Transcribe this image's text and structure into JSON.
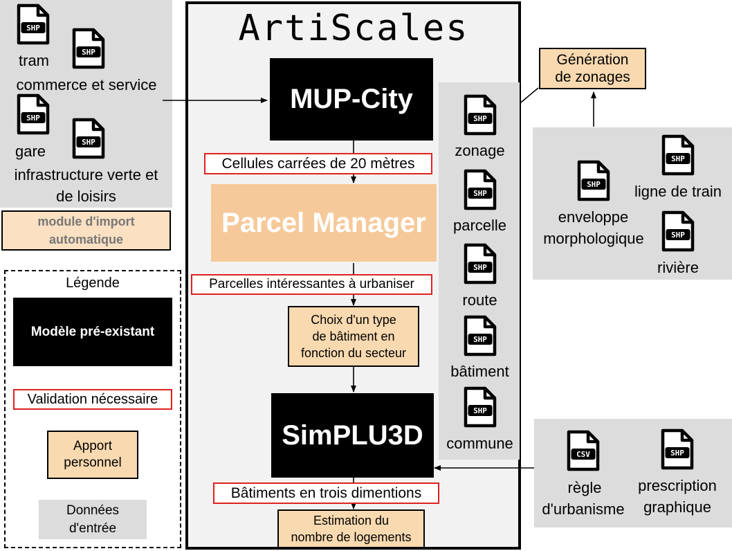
{
  "main": {
    "title": "ArtiScales",
    "mup_city": "MUP-City",
    "cells_label": "Cellules carrées de 20 mètres",
    "parcel_manager": "Parcel Manager",
    "parcels_label": "Parcelles intéressantes à urbaniser",
    "choice_line1": "Choix d'un type",
    "choice_line2": "de bâtiment en",
    "choice_line3": "fonction du secteur",
    "simplu": "SimPLU3D",
    "buildings_label": "Bâtiments en trois dimentions",
    "estimation_line1": "Estimation du",
    "estimation_line2": "nombre de logements"
  },
  "import_panel": {
    "tram": "tram",
    "commerce": "commerce et service",
    "gare": "gare",
    "infra_line1": "infrastructure verte et",
    "infra_line2": "de loisirs",
    "module_line1": "module d'import",
    "module_line2": "automatique"
  },
  "data_column": {
    "zonage": "zonage",
    "parcelle": "parcelle",
    "route": "route",
    "batiment": "bâtiment",
    "commune": "commune"
  },
  "zoning": {
    "generation_line1": "Génération",
    "generation_line2": "de zonages",
    "enveloppe_line1": "enveloppe",
    "enveloppe_line2": "morphologique",
    "ligne_train": "ligne de train",
    "riviere": "rivière"
  },
  "rules": {
    "regle_line1": "règle",
    "regle_line2": "d'urbanisme",
    "prescription_line1": "prescription",
    "prescription_line2": "graphique"
  },
  "legend": {
    "title": "Légende",
    "existing_model": "Modèle pré-existant",
    "validation": "Validation nécessaire",
    "apport_line1": "Apport",
    "apport_line2": "personnel",
    "donnees_line1": "Données",
    "donnees_line2": "d'entrée"
  },
  "icons": {
    "shp": "SHP",
    "csv": "CSV"
  },
  "colors": {
    "peach": "#f9d9b0",
    "grey": "#dcdcdc",
    "red": "#e02020",
    "black": "#000000",
    "panel": "#f2f2f2"
  }
}
